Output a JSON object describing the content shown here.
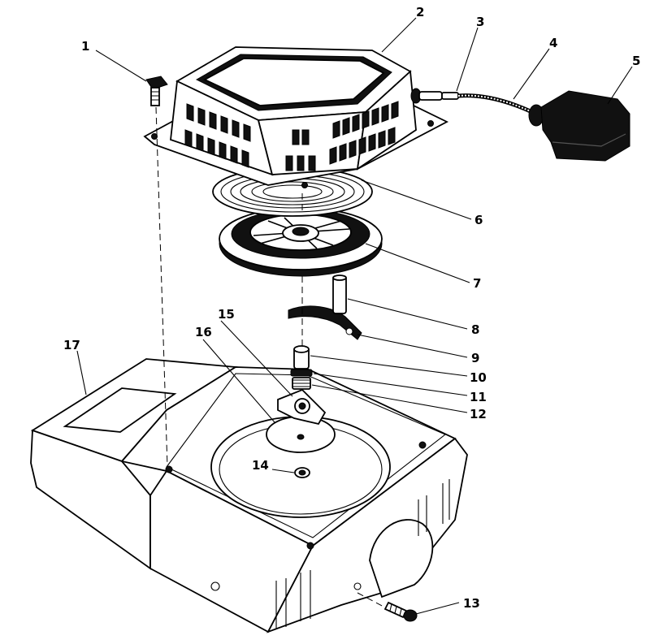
{
  "labels": [
    {
      "key": "washer_bolt",
      "text": "1"
    },
    {
      "key": "starter_housing",
      "text": "2"
    },
    {
      "key": "rope_guide",
      "text": "3"
    },
    {
      "key": "rope",
      "text": "4"
    },
    {
      "key": "handle",
      "text": "5"
    },
    {
      "key": "spring",
      "text": "6"
    },
    {
      "key": "pulley",
      "text": "7"
    },
    {
      "key": "pin",
      "text": "8"
    },
    {
      "key": "pawl",
      "text": "9"
    },
    {
      "key": "screw",
      "text": "10"
    },
    {
      "key": "washer",
      "text": "11"
    },
    {
      "key": "spring_small",
      "text": "12"
    },
    {
      "key": "bolt_lower",
      "text": "13"
    },
    {
      "key": "hub",
      "text": "14"
    },
    {
      "key": "friction_plate",
      "text": "15"
    },
    {
      "key": "cup",
      "text": "16"
    },
    {
      "key": "engine_shroud",
      "text": "17"
    }
  ]
}
